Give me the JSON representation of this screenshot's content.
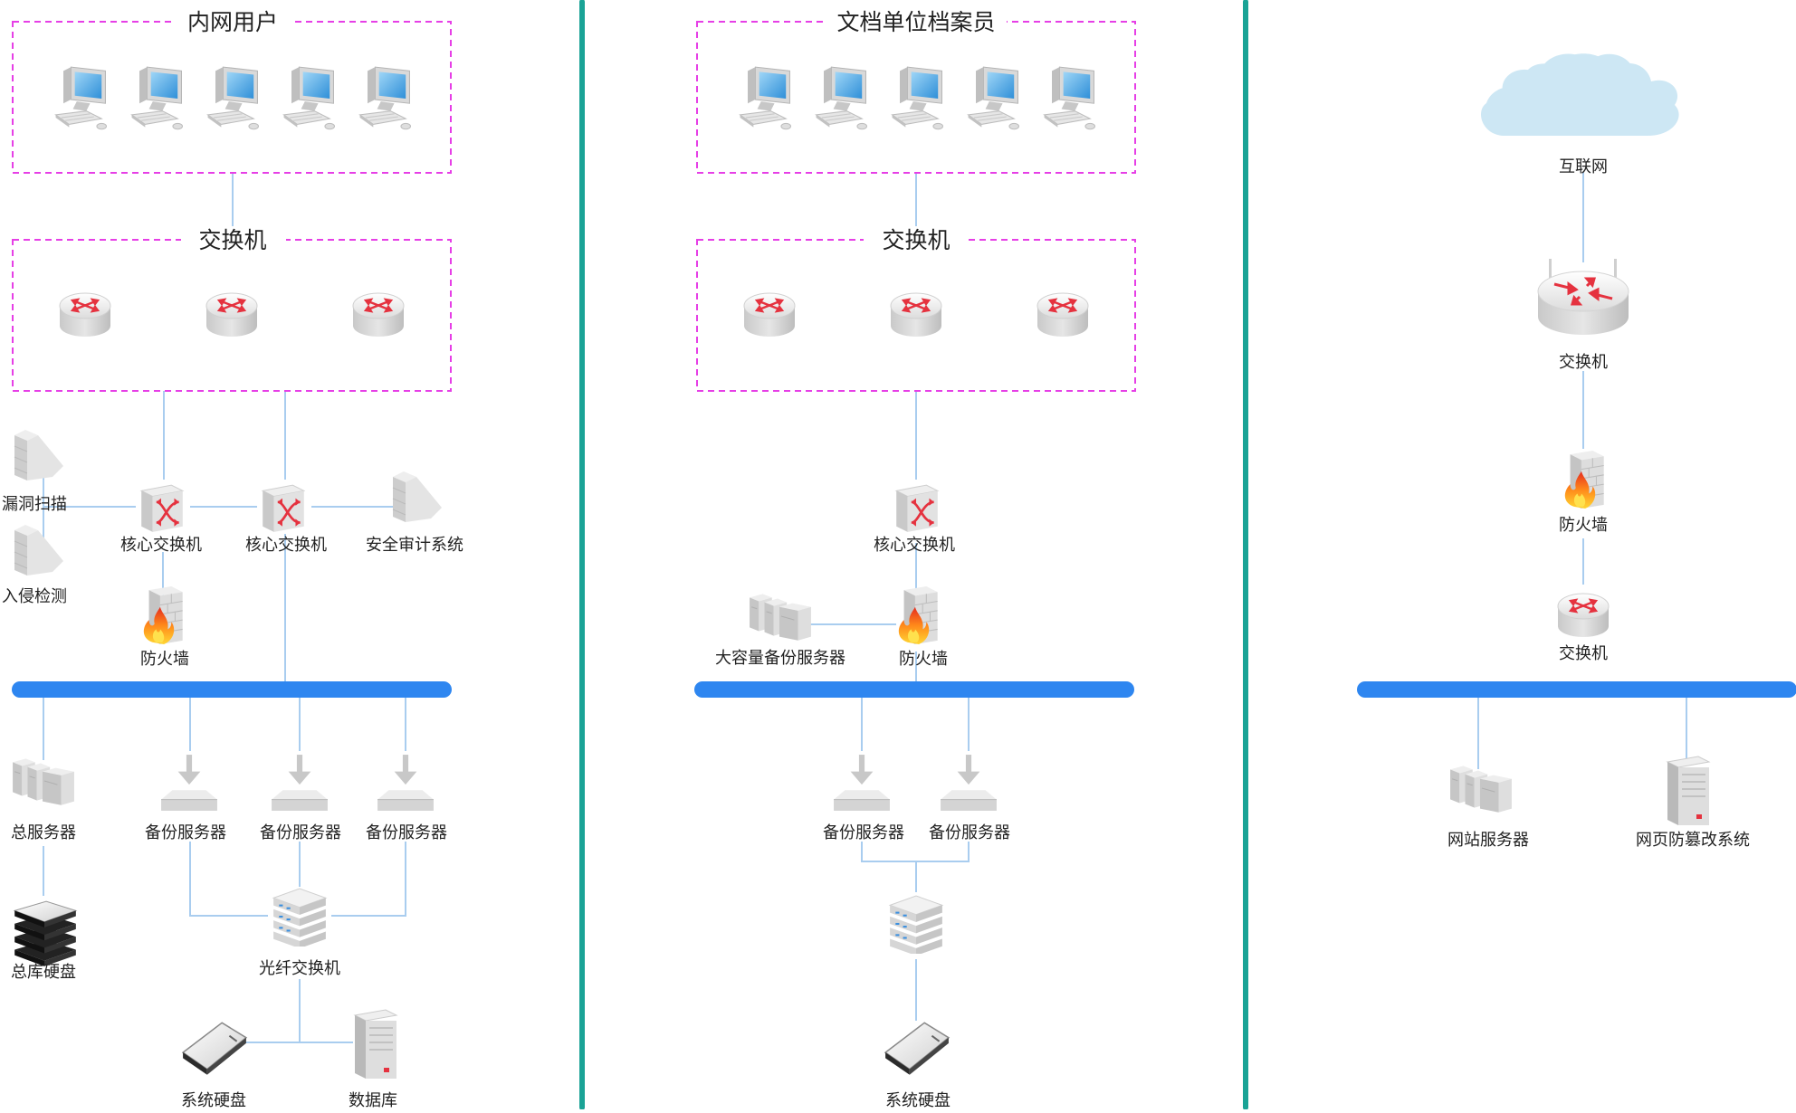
{
  "left": {
    "group_users": "内网用户",
    "group_switches": "交换机",
    "vuln_scan": "漏洞扫描",
    "intrusion_detect": "入侵检测",
    "core_switch_1": "核心交换机",
    "core_switch_2": "核心交换机",
    "security_audit": "安全审计系统",
    "firewall": "防火墙",
    "main_server": "总服务器",
    "backup_server_1": "备份服务器",
    "backup_server_2": "备份服务器",
    "backup_server_3": "备份服务器",
    "main_storage": "总库硬盘",
    "fiber_switch": "光纤交换机",
    "system_disk": "系统硬盘",
    "database": "数据库"
  },
  "middle": {
    "group_users": "文档单位档案员",
    "group_switches": "交换机",
    "core_switch": "核心交换机",
    "large_backup": "大容量备份服务器",
    "firewall": "防火墙",
    "backup_server_1": "备份服务器",
    "backup_server_2": "备份服务器",
    "system_disk": "系统硬盘"
  },
  "right": {
    "internet": "互联网",
    "switch_top": "交换机",
    "firewall": "防火墙",
    "switch_bottom": "交换机",
    "web_server": "网站服务器",
    "anti_tamper": "网页防篡改系统"
  },
  "colors": {
    "group_border": "#e63fe6",
    "bus": "#2e86f0",
    "divider": "#1aa396",
    "link": "#a9cdef",
    "cloud": "#cde7f4",
    "accent_red": "#e5323f"
  }
}
